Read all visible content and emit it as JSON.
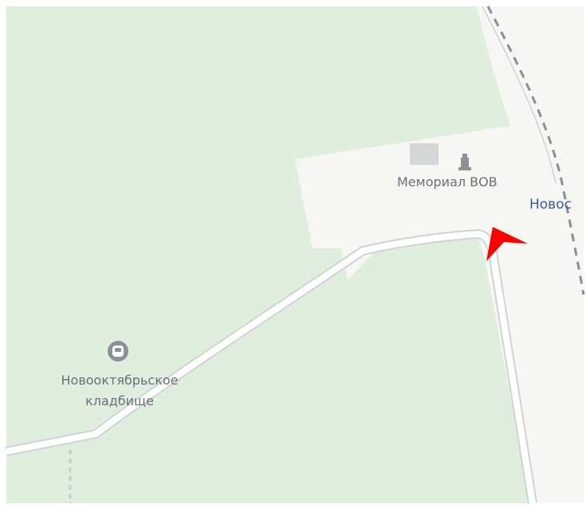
{
  "map": {
    "labels": {
      "memorial": "Мемориал ВОВ",
      "station_partial": "Новос",
      "cemetery_line1": "Новооктябрьское",
      "cemetery_line2": "кладбище"
    },
    "icons": {
      "monument": "monument-icon",
      "cemetery": "cemetery-icon",
      "pointer": "pointer-arrow-icon"
    },
    "colors": {
      "park_green": "#dfeedd",
      "land": "#f6f7f3",
      "road_fill": "#ffffff",
      "road_casing": "#cfd3d6",
      "railway": "#8a8f96",
      "poi_gray": "#8d9197",
      "label_gray": "#6b6f77",
      "label_blue": "#3a5aa6",
      "pointer_red": "#ff0000"
    }
  }
}
